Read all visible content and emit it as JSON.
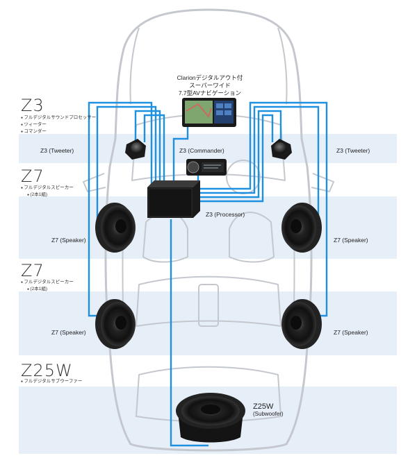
{
  "sections": {
    "z3": {
      "title": "Z3",
      "bullets": [
        "フルデジタルサウンドプロセッサー",
        "ツィーター",
        "コマンダー"
      ]
    },
    "z7a": {
      "title": "Z7",
      "bullets": [
        "フルデジタルスピーカー",
        "(2本1組)"
      ]
    },
    "z7b": {
      "title": "Z7",
      "bullets": [
        "フルデジタルスピーカー",
        "(2本1組)"
      ]
    },
    "z25w": {
      "title": "Z25W",
      "bullets": [
        "フルデジタルサブウーファー"
      ]
    }
  },
  "nav": {
    "line1": "Clarionデジタルアウト付",
    "line2": "スーパーワイド",
    "line3": "7.7型AVナビゲーション"
  },
  "labels": {
    "tweeter_left": "Z3 (Tweeter)",
    "tweeter_right": "Z3 (Tweeter)",
    "commander": "Z3  (Commander)",
    "processor": "Z3 (Processor)",
    "speaker_fl": "Z7 (Speaker)",
    "speaker_fr": "Z7 (Speaker)",
    "speaker_rl": "Z7 (Speaker)",
    "speaker_rr": "Z7 (Speaker)",
    "subwoofer_name": "Z25W",
    "subwoofer_sub": "(Subwoofer)"
  },
  "colors": {
    "band": "#e6eef8",
    "cable": "#1e90e0",
    "car_outline": "#c4c8ce",
    "device": "#1a1a1a"
  },
  "icons": {
    "car": "car-outline-icon",
    "speaker": "speaker-icon",
    "tweeter": "tweeter-icon",
    "subwoofer": "subwoofer-icon",
    "processor": "processor-box-icon",
    "commander": "commander-icon",
    "navigation": "navigation-screen-icon"
  }
}
